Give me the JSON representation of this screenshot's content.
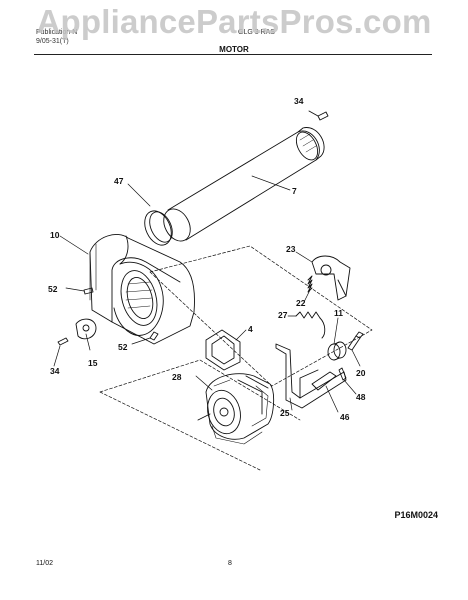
{
  "watermark": "AppliancePartsPros.com",
  "header": {
    "left_line1": "Publication N",
    "left_line2": "9/05-31(T)",
    "right_line1": "GLG 3 RAS",
    "right_line2": "",
    "section_title": "MOTOR"
  },
  "callouts": [
    "34",
    "47",
    "7",
    "10",
    "23",
    "52",
    "22",
    "4",
    "27",
    "11",
    "52",
    "34",
    "15",
    "28",
    "20",
    "25",
    "46",
    "48"
  ],
  "figure_ref": "P16M0024",
  "footer": {
    "date": "11/02",
    "page": "8"
  }
}
